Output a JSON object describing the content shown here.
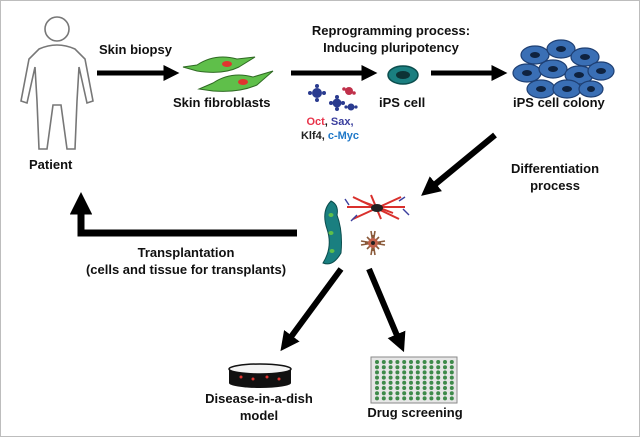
{
  "labels": {
    "skin_biopsy": "Skin biopsy",
    "reprogramming_line1": "Reprogramming process:",
    "reprogramming_line2": "Inducing pluripotency",
    "skin_fibroblasts": "Skin fibroblasts",
    "ips_cell": "iPS cell",
    "ips_colony": "iPS cell colony",
    "patient": "Patient",
    "differentiation_line1": "Differentiation",
    "differentiation_line2": "process",
    "transplantation_line1": "Transplantation",
    "transplantation_line2": "(cells and tissue for transplants)",
    "disease_line1": "Disease-in-a-dish",
    "disease_line2": "model",
    "drug_screening": "Drug screening"
  },
  "factors": {
    "oct": "Oct",
    "sax": "Sax,",
    "klf4": "Klf4,",
    "cmyc": "c-Myc"
  },
  "colors": {
    "oct": "#e8334a",
    "sax": "#3b3f9e",
    "klf4": "#222222",
    "cmyc": "#1f78c8",
    "arrow": "#000000",
    "fibroblast_green": "#5fbf4a",
    "ips_teal": "#1a7f80",
    "colony_blue": "#3a6fb5"
  }
}
